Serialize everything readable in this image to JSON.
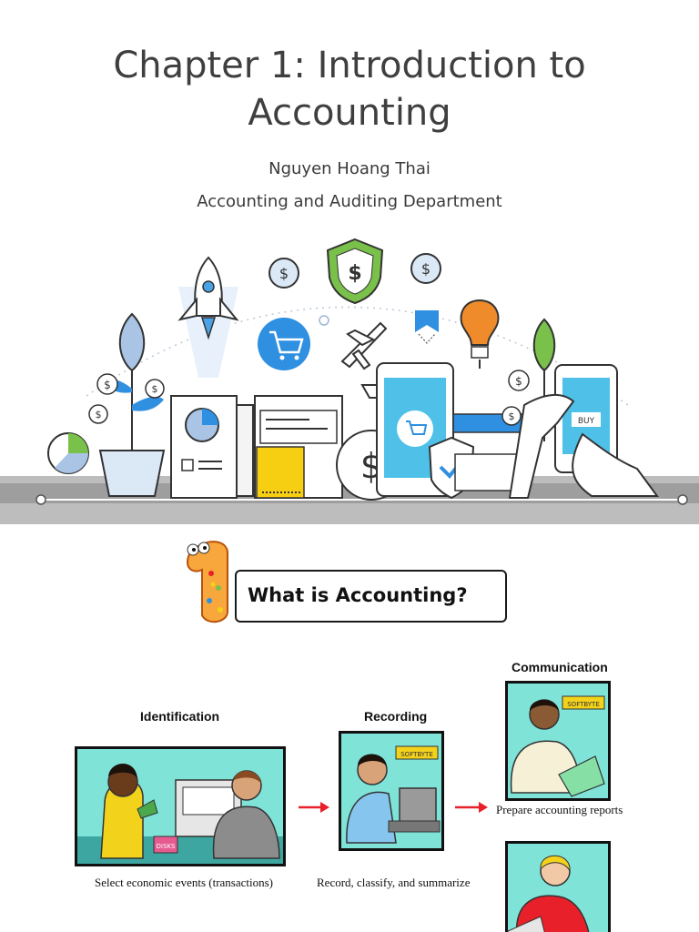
{
  "slide1": {
    "title_line1": "Chapter 1: Introduction to",
    "title_line2": "Accounting",
    "author": "Nguyen Hoang Thai",
    "department": "Accounting and Auditing Department",
    "illustration": {
      "coin_symbol": "$",
      "buy_label": "BUY",
      "icons": [
        "rocket-icon",
        "plant-icon",
        "shield-dollar-icon",
        "coin-icon",
        "cart-icon",
        "airplane-icon",
        "bulb-icon",
        "money-bag-icon",
        "check-shield-icon",
        "phone-icon",
        "pie-chart-icon",
        "leaf-icon"
      ]
    }
  },
  "slide2": {
    "heading": "What is Accounting?",
    "badge_number": "1",
    "steps": {
      "identification": {
        "title": "Identification",
        "caption": "Select economic events (transactions)",
        "disks_label": "DISKS"
      },
      "recording": {
        "title": "Recording",
        "caption": "Record, classify, and summarize",
        "sign": "SOFTBYTE"
      },
      "communication": {
        "title": "Communication",
        "caption": "Prepare accounting reports",
        "sign": "SOFTBYTE"
      }
    },
    "colors": {
      "arrow": "#e8202a",
      "panel_bg": "#7fe3d8",
      "shirt_yellow": "#f2d21b",
      "shirt_blue": "#86c6ee"
    }
  }
}
